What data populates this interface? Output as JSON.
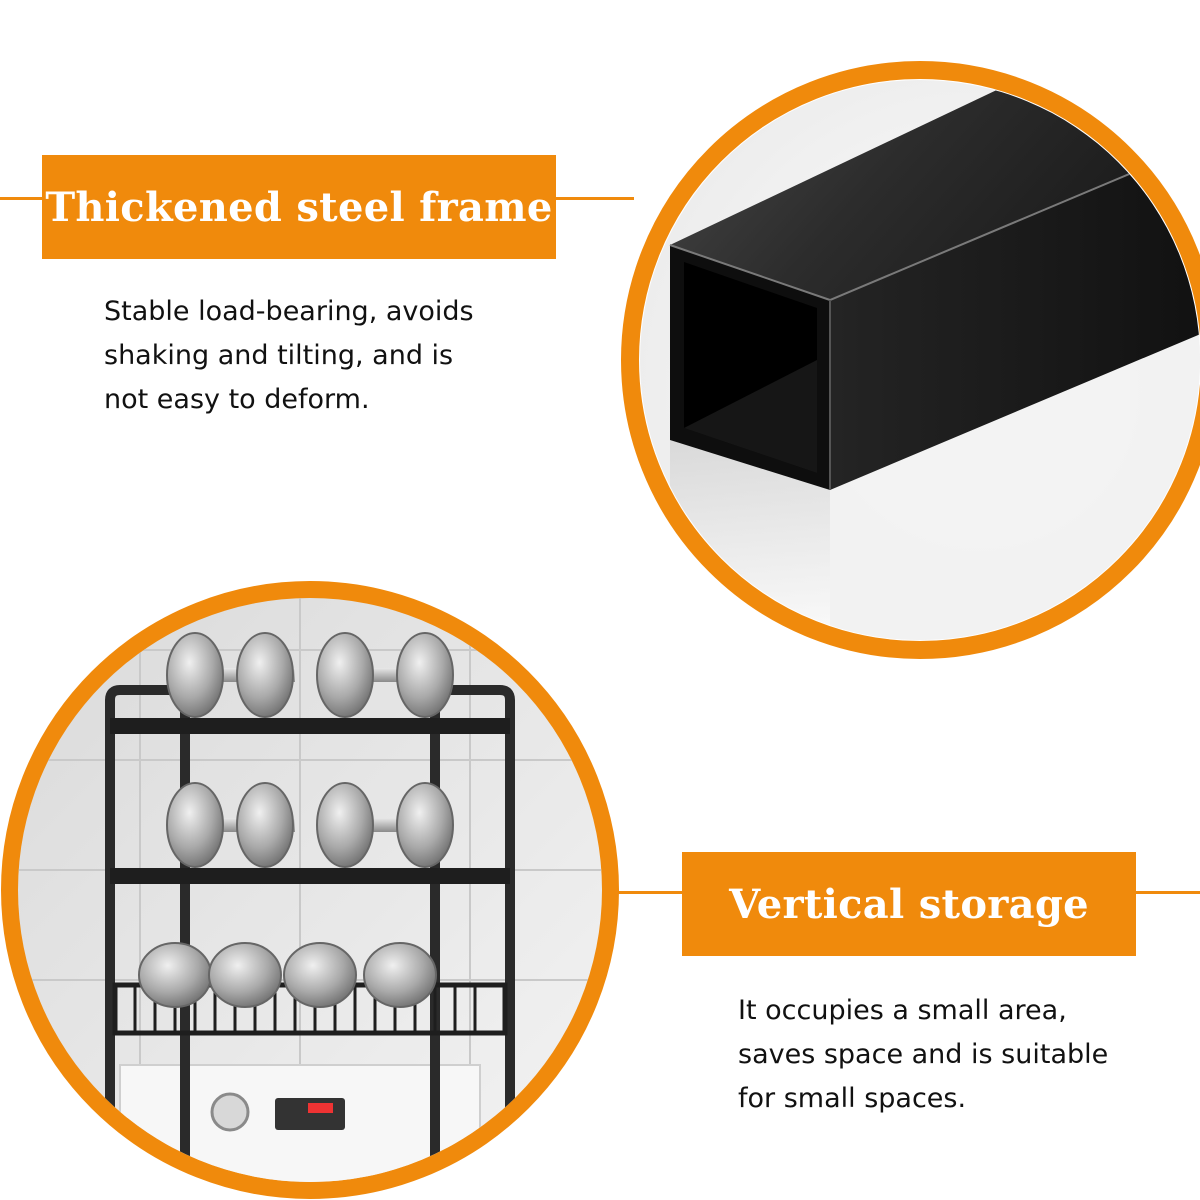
{
  "feature_top": {
    "title": "Thickened steel frame",
    "lines": [
      "Stable load-bearing, avoids",
      "shaking and tilting, and is",
      "not easy to deform."
    ]
  },
  "feature_bottom": {
    "title": "Vertical storage",
    "lines": [
      "It occupies a small area,",
      "saves space and is suitable",
      "for small spaces."
    ]
  },
  "colors": {
    "accent": "#f08a0c",
    "text": "#111111",
    "steel": "#1c1c1c"
  },
  "icons": [
    "steel-tube-closeup",
    "rack-with-dumbbells"
  ]
}
